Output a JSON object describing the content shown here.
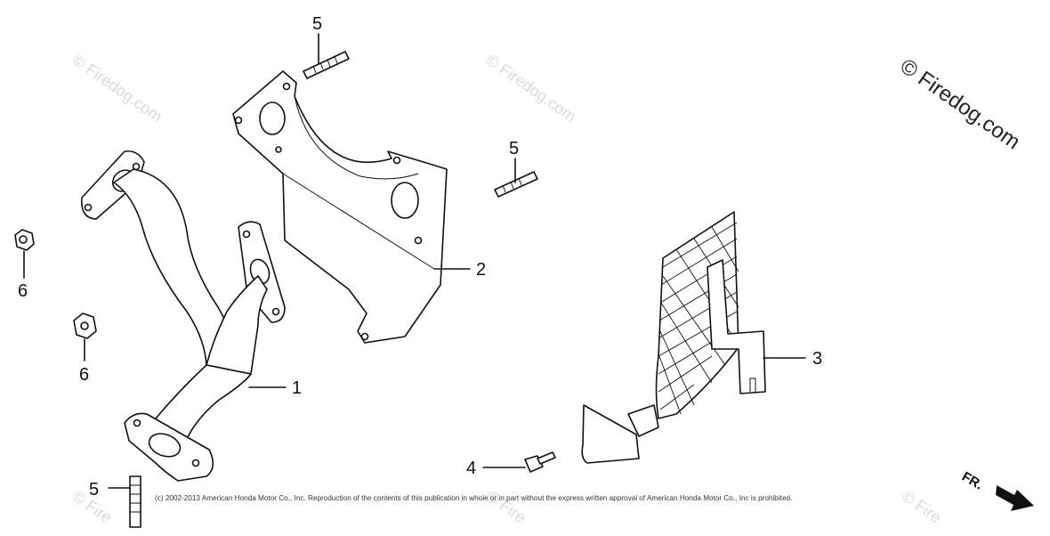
{
  "callouts": {
    "part_1": "1",
    "part_2": "2",
    "part_3": "3",
    "part_4": "4",
    "part_5_top": "5",
    "part_5_mid": "5",
    "part_5_bottom": "5",
    "part_6_upper": "6",
    "part_6_lower": "6"
  },
  "watermark": {
    "main": "© Firedog.com",
    "faint": "© Firedog.com",
    "faint_clipped": "© Fire"
  },
  "copyright": "(c) 2002-2013 American Honda Motor Co., Inc. Reproduction of the contents of this publication in whole or in part without the express written approval of American Honda Motor Co., Inc is prohibited.",
  "direction": {
    "label": "FR.",
    "icon": "forward-arrow-icon"
  },
  "colors": {
    "line": "#111111",
    "watermark_faint": "#d9d9d9",
    "background": "#ffffff"
  }
}
